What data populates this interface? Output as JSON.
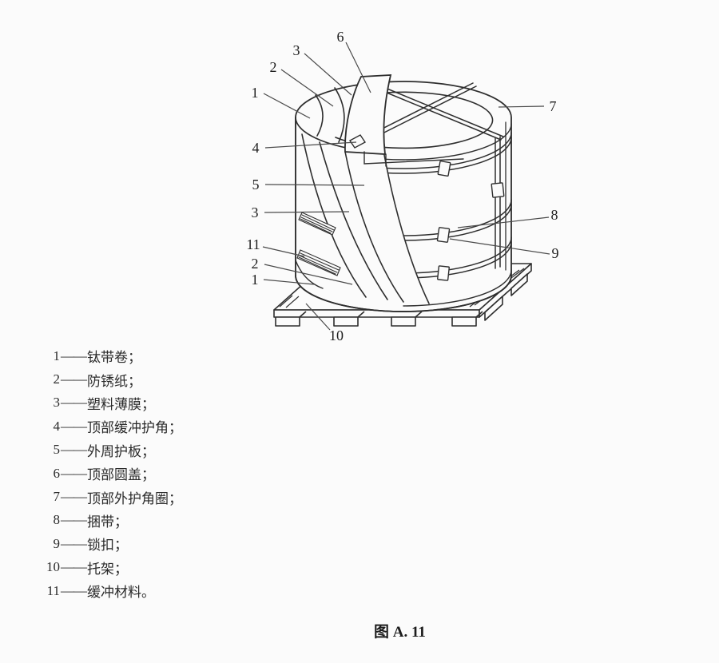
{
  "figure": {
    "caption": "图 A. 11",
    "callouts": [
      {
        "label": "1"
      },
      {
        "label": "2"
      },
      {
        "label": "3"
      },
      {
        "label": "6"
      },
      {
        "label": "7"
      },
      {
        "label": "4"
      },
      {
        "label": "5"
      },
      {
        "label": "3"
      },
      {
        "label": "11"
      },
      {
        "label": "2"
      },
      {
        "label": "1"
      },
      {
        "label": "8"
      },
      {
        "label": "9"
      },
      {
        "label": "10"
      }
    ]
  },
  "legend": {
    "separator": "——",
    "items": [
      {
        "num": "1",
        "term": "钛带卷；"
      },
      {
        "num": "2",
        "term": "防锈纸；"
      },
      {
        "num": "3",
        "term": "塑料薄膜；"
      },
      {
        "num": "4",
        "term": "顶部缓冲护角；"
      },
      {
        "num": "5",
        "term": "外周护板；"
      },
      {
        "num": "6",
        "term": "顶部圆盖；"
      },
      {
        "num": "7",
        "term": "顶部外护角圈；"
      },
      {
        "num": "8",
        "term": "捆带；"
      },
      {
        "num": "9",
        "term": "锁扣；"
      },
      {
        "num": "10",
        "term": "托架；"
      },
      {
        "num": "11",
        "term": "缓冲材料。"
      }
    ]
  },
  "colors": {
    "line": "#2e2e2e",
    "leader": "#4a4a4a",
    "text": "#222222",
    "background": "#fbfbfb"
  }
}
